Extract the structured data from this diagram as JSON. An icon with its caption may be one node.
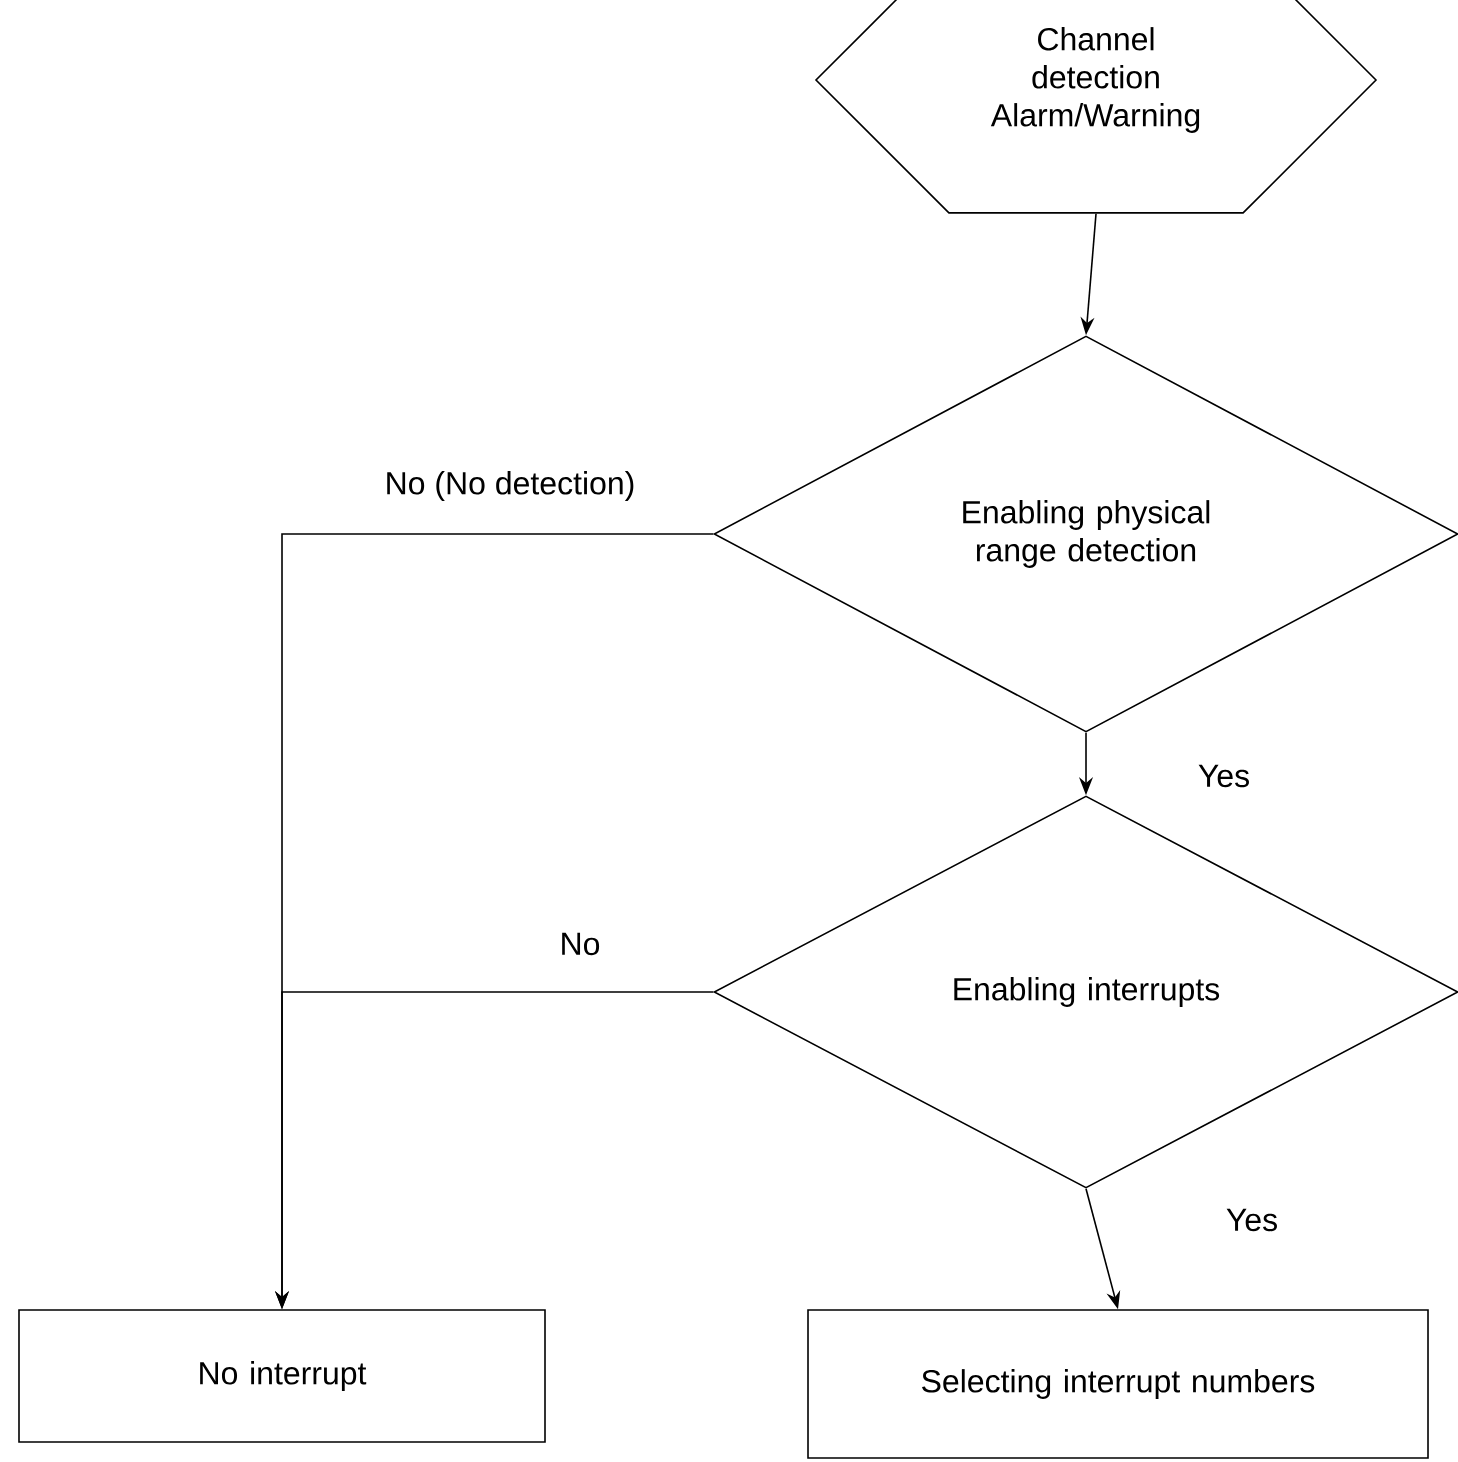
{
  "diagram": {
    "nodes": [
      {
        "text": [
          "Channel detection Alarm/Warning"
        ]
      },
      {
        "text": [
          "Enabling physical range detection"
        ]
      },
      {
        "text": [
          "Enabling interrupts"
        ]
      },
      {
        "text": [
          "No interrupt"
        ]
      },
      {
        "text": [
          "Selecting interrupt numbers"
        ]
      }
    ],
    "edges": [
      {
        "from": 0,
        "to": 1,
        "arrow": "to"
      },
      {
        "from": 1,
        "to": 2,
        "arrow": "to",
        "label": "Yes"
      },
      {
        "from": 2,
        "to": 4,
        "arrow": "to",
        "label": "Yes"
      },
      {
        "from": 1,
        "to": 3,
        "arrow": "to",
        "label": "No (No detection)"
      },
      {
        "from": 2,
        "to": 3,
        "arrow": "to",
        "label": "No"
      }
    ]
  }
}
